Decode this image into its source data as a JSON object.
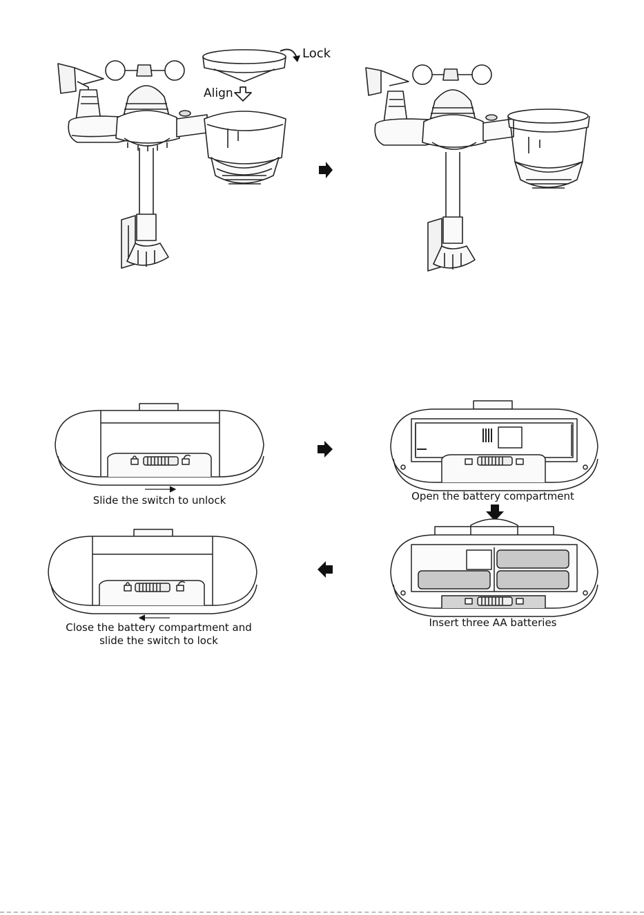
{
  "rain_gauge": {
    "lock_label": "Lock",
    "align_label": "Align"
  },
  "battery_steps": {
    "step1": "Slide the switch to unlock",
    "step2": "Open the battery compartment",
    "step3": "Insert three AA batteries",
    "step4_line1": "Close the battery compartment and",
    "step4_line2": "slide the switch to lock"
  },
  "icons": [
    "arrow-right-icon",
    "arrow-down-icon",
    "arrow-left-icon",
    "lock-icon",
    "unlock-icon",
    "curved-arrow-icon",
    "hollow-down-arrow-icon"
  ]
}
